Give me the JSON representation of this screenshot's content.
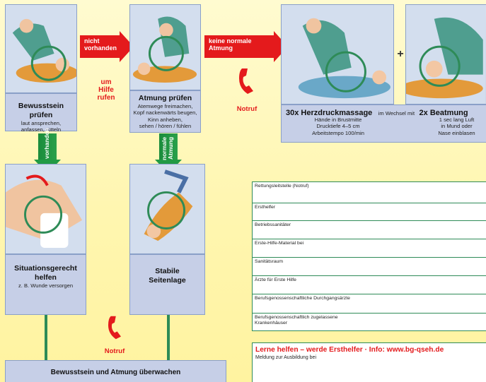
{
  "steps": {
    "check_consciousness": {
      "title": "Bewusstsein prüfen",
      "sub1": "laut ansprechen,",
      "sub2": "anfassen, rütteln"
    },
    "check_breathing": {
      "title": "Atmung prüfen",
      "sub1": "Atemwege freimachen,",
      "sub2": "Kopf nackenwärts beugen,",
      "sub3": "Kinn anheben,",
      "sub4": "sehen / hören / fühlen"
    },
    "cpr": {
      "title_left": "30x Herzdruckmassage",
      "connector": "im Wechsel mit",
      "title_right": "2x Beatmung",
      "left_sub1": "Hände in Brustmitte",
      "left_sub2": "Drucktiefe 4–5 cm",
      "left_sub3": "Arbeitstempo 100/min",
      "right_sub1": "1 sec lang Luft",
      "right_sub2": "in Mund oder",
      "right_sub3": "Nase einblasen",
      "plus": "+"
    },
    "situational": {
      "title1": "Situationsgerecht",
      "title2": "helfen",
      "sub": "z. B. Wunde versorgen"
    },
    "recovery": {
      "title1": "Stabile",
      "title2": "Seitenlage"
    },
    "monitor": {
      "title": "Bewusstsein und Atmung überwachen"
    }
  },
  "arrows": {
    "not_present_1": "nicht",
    "not_present_2": "vorhanden",
    "no_breath_1": "keine normale",
    "no_breath_2": "Atmung",
    "present": "vorhanden",
    "normal_breath_1": "normale",
    "normal_breath_2": "Atmung"
  },
  "help_call": {
    "l1": "um",
    "l2": "Hilfe",
    "l3": "rufen"
  },
  "emergency_call_label": "Notruf",
  "form": {
    "rows": [
      "Rettungsleitstelle (Notruf)",
      "Ersthelfer",
      "Betriebssanitäter",
      "Erste-Hilfe-Material bei",
      "Sanitätsraum",
      "Ärzte für Erste Hilfe",
      "Berufsgenossenschaftliche Durchgangsärzte",
      "Berufsgenossenschaftlich zugelassene Krankenhäuser"
    ]
  },
  "info": {
    "headline": "Lerne helfen – werde Ersthelfer · Info: www.bg-qseh.de",
    "sub": "Meldung zur Ausbildung bei"
  },
  "colors": {
    "red": "#e41a1c",
    "green": "#2e8b57",
    "caption_bg": "#c6cfe7",
    "background": "#fff6b0"
  }
}
